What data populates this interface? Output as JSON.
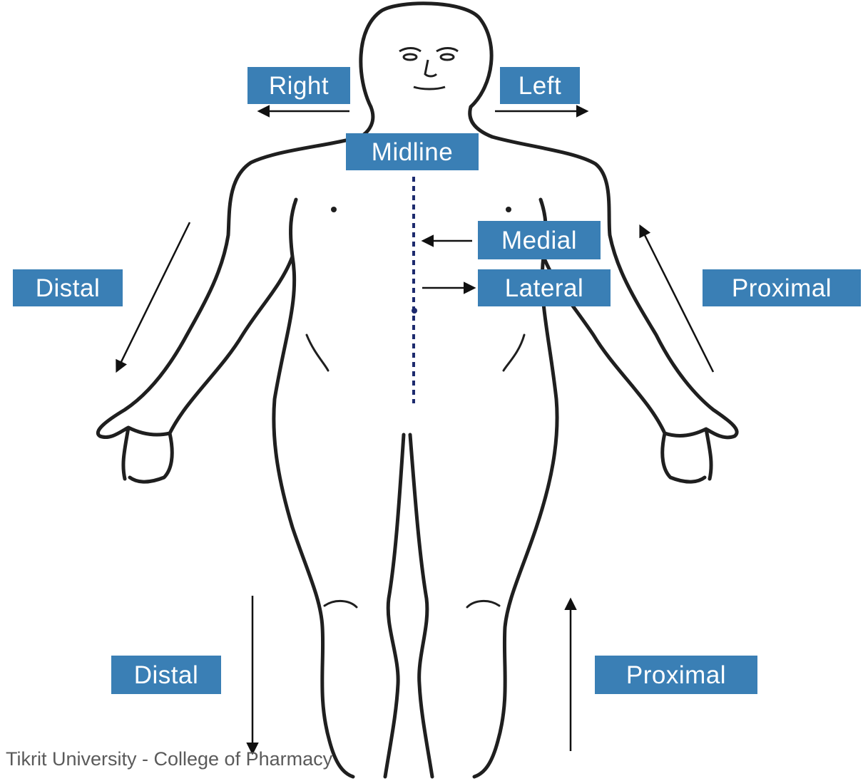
{
  "labels": {
    "right": "Right",
    "left": "Left",
    "midline": "Midline",
    "medial": "Medial",
    "lateral": "Lateral",
    "distal_arm": "Distal",
    "proximal_arm": "Proximal",
    "distal_leg": "Distal",
    "proximal_leg": "Proximal"
  },
  "footer": "Tikrit University - College of Pharmacy",
  "colors": {
    "label_background": "#3a7fb5",
    "label_text": "#ffffff",
    "outline": "#1f1f1f",
    "midline_dots": "#1d2a6e",
    "footer_text": "#5a5a5a"
  }
}
